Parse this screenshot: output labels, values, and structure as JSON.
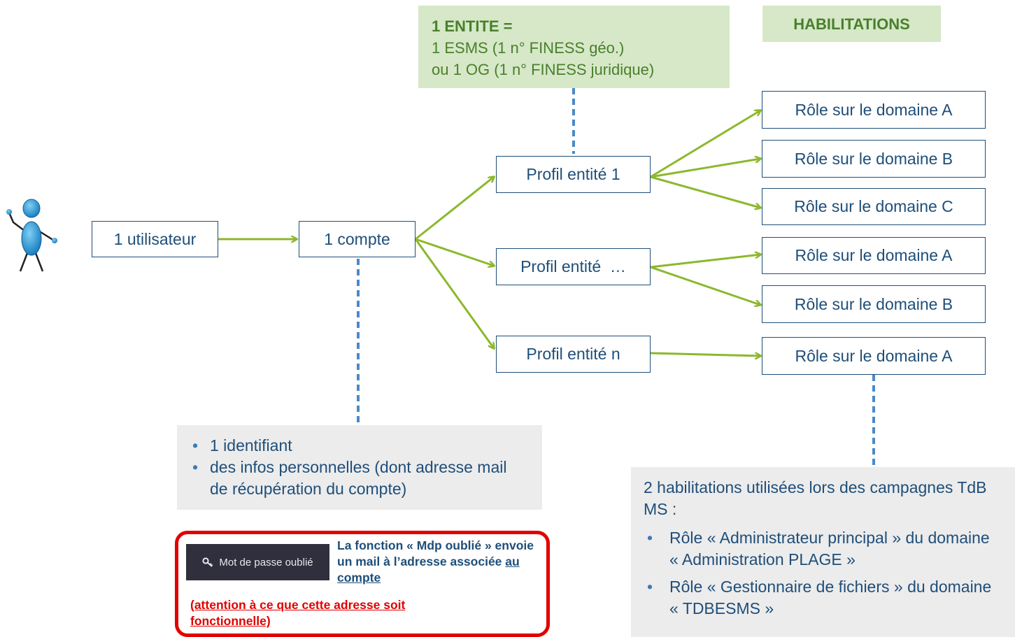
{
  "entity_panel": {
    "title": "1 ENTITE =",
    "line1": "1 ESMS (1 n° FINESS géo.)",
    "line2": "ou 1 OG (1 n° FINESS juridique)"
  },
  "habilitations_label": "HABILITATIONS",
  "nodes": {
    "user": "1 utilisateur",
    "account": "1 compte",
    "profile1": "Profil entité 1",
    "profile_dots": "Profil entité  …",
    "profile_n": "Profil entité n"
  },
  "roles": {
    "p1": [
      "Rôle sur le domaine A",
      "Rôle sur le domaine B",
      "Rôle sur le domaine C"
    ],
    "pdots": [
      "Rôle sur le domaine A",
      "Rôle sur le domaine B"
    ],
    "pn": [
      "Rôle sur le domaine A"
    ]
  },
  "account_info": {
    "items": [
      "1 identifiant",
      "des infos personnelles (dont adresse mail de récupération du compte)"
    ]
  },
  "forgot_password": {
    "button_label": "Mot de passe oublié",
    "text_part1": "La fonction « Mdp oublié » envoie un mail à l’adresse associée ",
    "text_link": "au compte",
    "warning": "(attention à ce que cette adresse soit fonctionnelle)"
  },
  "habilitations_panel": {
    "intro": "2 habilitations utilisées lors des campagnes TdB MS :",
    "items": [
      "Rôle « Administrateur principal » du domaine « Administration PLAGE »",
      "Rôle « Gestionnaire de fichiers » du domaine « TDBESMS »"
    ]
  },
  "colors": {
    "box_border": "#1f4e79",
    "arrow": "#8cb82c",
    "dashed": "#4a8ac8",
    "warning": "#e10000"
  }
}
